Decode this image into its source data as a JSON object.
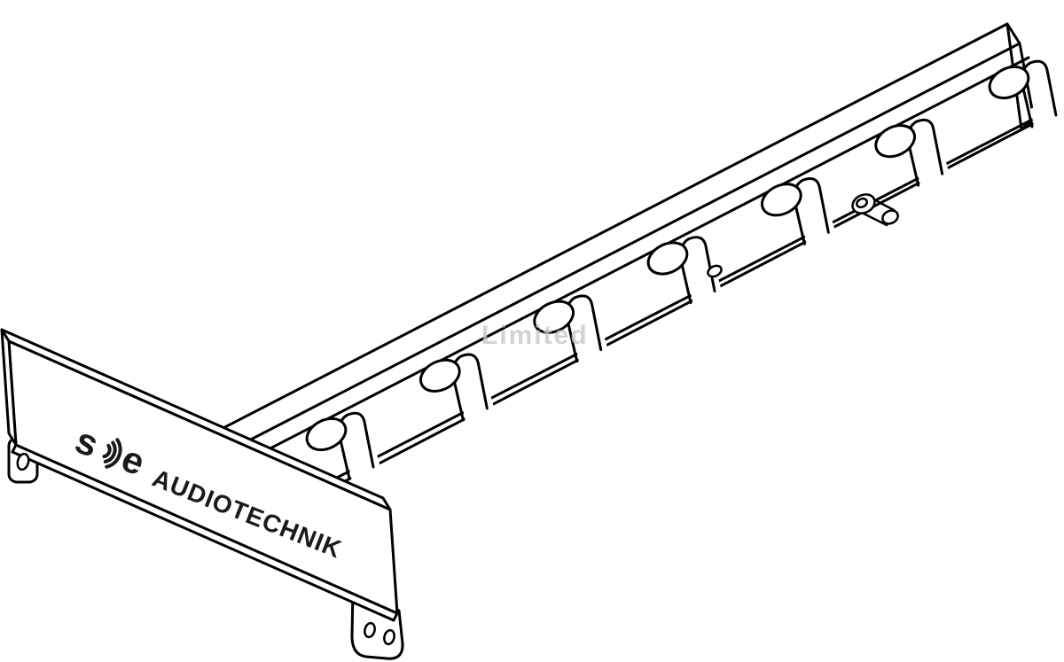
{
  "canvas": {
    "background": "#ffffff",
    "line_color": "#000000",
    "watermark_color": "#c8c8c8"
  },
  "drawing": {
    "hook_count": 7,
    "logo": {
      "s": "s",
      "e": "e"
    },
    "brand": "AUDIOTECHNIK",
    "watermark": "Limited"
  }
}
